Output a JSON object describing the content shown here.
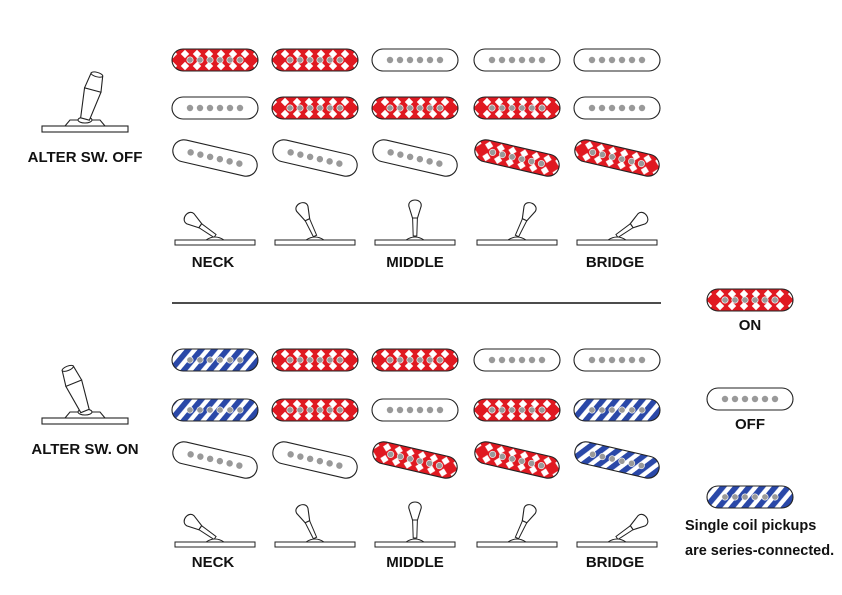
{
  "colors": {
    "on": "#e01921",
    "off": "#ffffff",
    "series": "#2a48a8",
    "stroke": "#222222",
    "pole": "#999999"
  },
  "sections": [
    {
      "name": "alter-off",
      "label": "ALTER SW. OFF",
      "lever": "up",
      "positions": [
        "NECK",
        "",
        "MIDDLE",
        "",
        "BRIDGE"
      ],
      "states": [
        [
          "on",
          "on",
          "off",
          "off",
          "off"
        ],
        [
          "off",
          "on",
          "on",
          "on",
          "off"
        ],
        [
          "off",
          "off",
          "off",
          "on",
          "on"
        ]
      ]
    },
    {
      "name": "alter-on",
      "label": "ALTER SW. ON",
      "lever": "down",
      "positions": [
        "NECK",
        "",
        "MIDDLE",
        "",
        "BRIDGE"
      ],
      "states": [
        [
          "series",
          "on",
          "on",
          "off",
          "off"
        ],
        [
          "series",
          "on",
          "off",
          "on",
          "series"
        ],
        [
          "off",
          "off",
          "on",
          "on",
          "series"
        ]
      ]
    }
  ],
  "legend": {
    "on_label": "ON",
    "off_label": "OFF",
    "series_line1": "Single coil pickups",
    "series_line2": "are series-connected."
  }
}
